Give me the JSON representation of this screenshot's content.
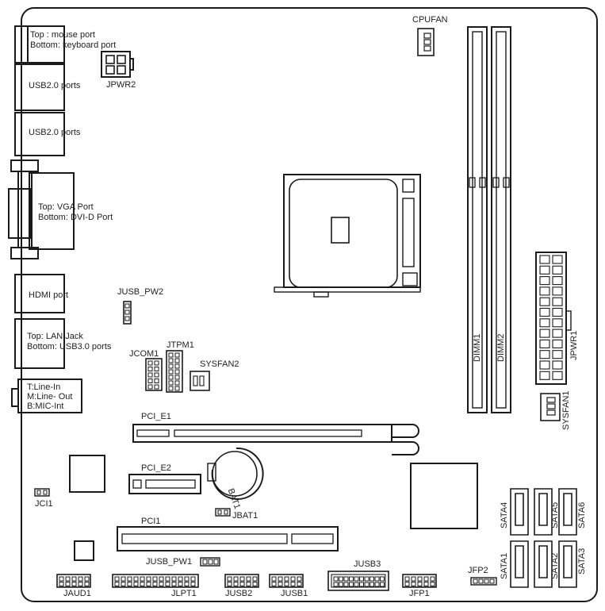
{
  "labels": {
    "mouse_keyboard_1": "Top : mouse port",
    "mouse_keyboard_2": "Bottom: keyboard port",
    "usb1": "USB2.0 ports",
    "usb2": "USB2.0 ports",
    "vga_1": "Top: VGA Port",
    "vga_2": "Bottom: DVI-D Port",
    "hdmi": "HDMI port",
    "lan_1": "Top: LAN Jack",
    "lan_2": "Bottom: USB3.0 ports",
    "audio_1": "T:Line-In",
    "audio_2": "M:Line- Out",
    "audio_3": "B:MIC-Int",
    "jpwr2": "JPWR2",
    "cpufan": "CPUFAN",
    "jusb_pw2": "JUSB_PW2",
    "jcom1": "JCOM1",
    "jtpm1": "JTPM1",
    "sysfan2": "SYSFAN2",
    "pci_e1": "PCI_E1",
    "pci_e2": "PCI_E2",
    "bat1": "BAT1",
    "jci1": "JCI1",
    "jbat1": "JBAT1",
    "pci1": "PCI1",
    "jusb_pw1": "JUSB_PW1",
    "jusb3": "JUSB3",
    "jfp2": "JFP2",
    "jaud1": "JAUD1",
    "jlpt1": "JLPT1",
    "jusb2": "JUSB2",
    "jusb1": "JUSB1",
    "jfp1": "JFP1",
    "dimm1": "DIMM1",
    "dimm2": "DIMM2",
    "jpwr1": "JPWR1",
    "sysfan1": "SYSFAN1",
    "sata4": "SATA4",
    "sata5": "SATA5",
    "sata6": "SATA6",
    "sata1": "SATA1",
    "sata2": "SATA2",
    "sata3": "SATA3"
  }
}
